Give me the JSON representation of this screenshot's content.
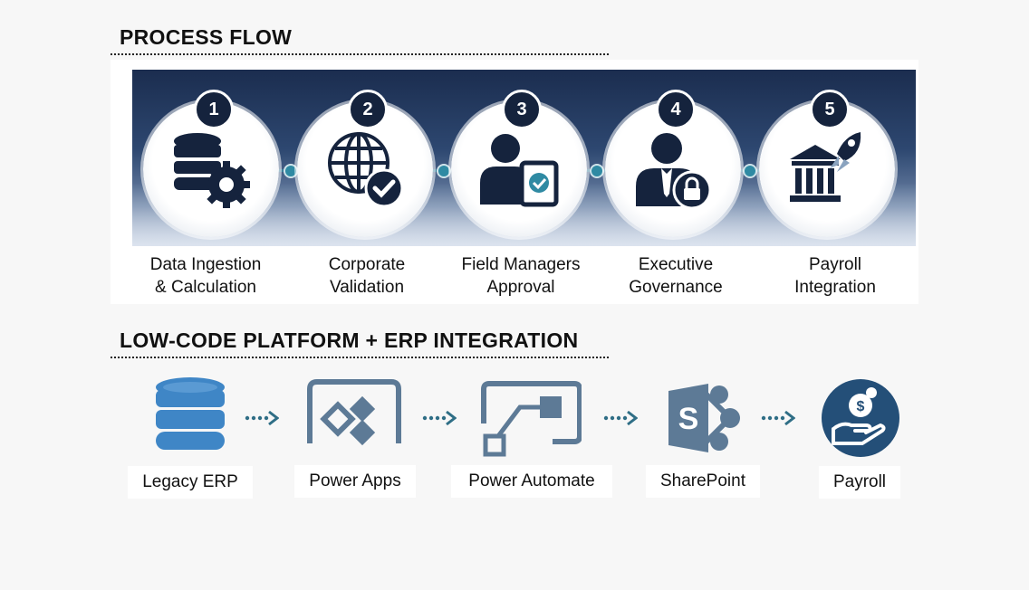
{
  "sections": {
    "process_flow_title": "PROCESS FLOW",
    "platform_title": "LOW-CODE PLATFORM + ERP INTEGRATION"
  },
  "process_steps": [
    {
      "number": "1",
      "line1": "Data Ingestion",
      "line2": "& Calculation",
      "icon": "database-gear-icon"
    },
    {
      "number": "2",
      "line1": "Corporate",
      "line2": "Validation",
      "icon": "globe-check-icon"
    },
    {
      "number": "3",
      "line1": "Field Managers",
      "line2": "Approval",
      "icon": "user-approval-icon"
    },
    {
      "number": "4",
      "line1": "Executive",
      "line2": "Governance",
      "icon": "executive-lock-icon"
    },
    {
      "number": "5",
      "line1": "Payroll",
      "line2": "Integration",
      "icon": "bank-rocket-icon"
    }
  ],
  "platform_items": [
    {
      "label": "Legacy ERP",
      "icon": "database-icon"
    },
    {
      "label": "Power Apps",
      "icon": "power-apps-icon"
    },
    {
      "label": "Power Automate",
      "icon": "power-automate-icon"
    },
    {
      "label": "SharePoint",
      "icon": "sharepoint-icon"
    },
    {
      "label": "Payroll",
      "icon": "payroll-hand-coin-icon"
    }
  ],
  "colors": {
    "navy": "#15233d",
    "teal": "#2f8aa3",
    "db_blue": "#3f86c6",
    "slate": "#5d7a96",
    "arrow": "#2f6e86"
  }
}
